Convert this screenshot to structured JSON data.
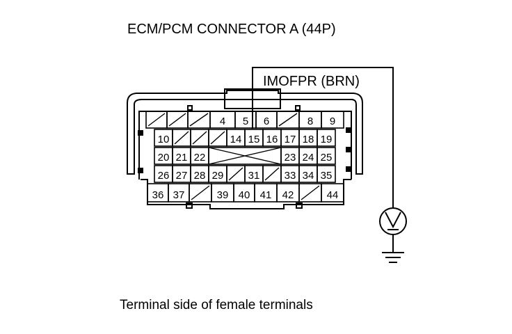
{
  "title": "ECM/PCM CONNECTOR A (44P)",
  "wire_label": "IMOFPR (BRN)",
  "caption": "Terminal side of female terminals",
  "terminals": {
    "row1": [
      "",
      "",
      "",
      "4",
      "5",
      "6",
      "",
      "8",
      "9"
    ],
    "row2": [
      "10",
      "",
      "",
      "",
      "14",
      "15",
      "16",
      "17",
      "18",
      "19"
    ],
    "row3": [
      "20",
      "21",
      "22",
      "",
      "23",
      "24",
      "25"
    ],
    "row4": [
      "26",
      "27",
      "28",
      "29",
      "",
      "31",
      "",
      "33",
      "34",
      "35"
    ],
    "row5": [
      "36",
      "37",
      "",
      "39",
      "40",
      "41",
      "42",
      "",
      "44"
    ]
  },
  "probe_terminal": "15",
  "meter_symbol": "voltmeter-icon",
  "ground_symbol": "ground-icon"
}
